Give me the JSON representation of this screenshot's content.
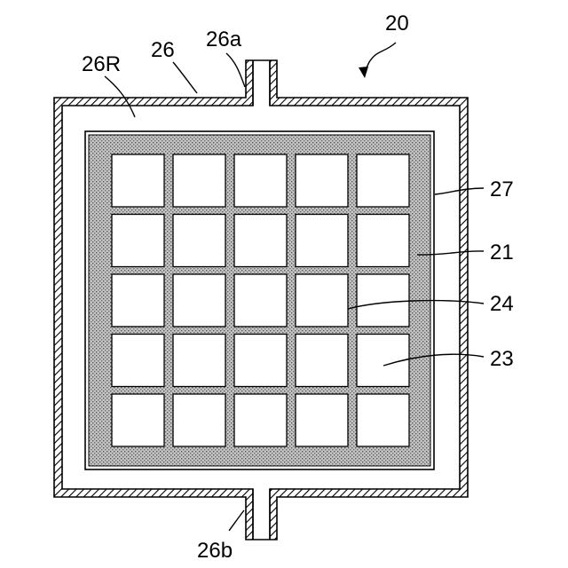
{
  "figure": {
    "labels": {
      "device": "20",
      "housing": "26",
      "inlet": "26a",
      "outlet": "26b",
      "space": "26R",
      "frame_edge": "27",
      "frame": "21",
      "grid_bar": "24",
      "cell": "23"
    },
    "grid": {
      "rows": 5,
      "cols": 5
    },
    "colors": {
      "line": "#000000",
      "fill_texture": "#9a9a9a",
      "background": "#ffffff"
    }
  }
}
